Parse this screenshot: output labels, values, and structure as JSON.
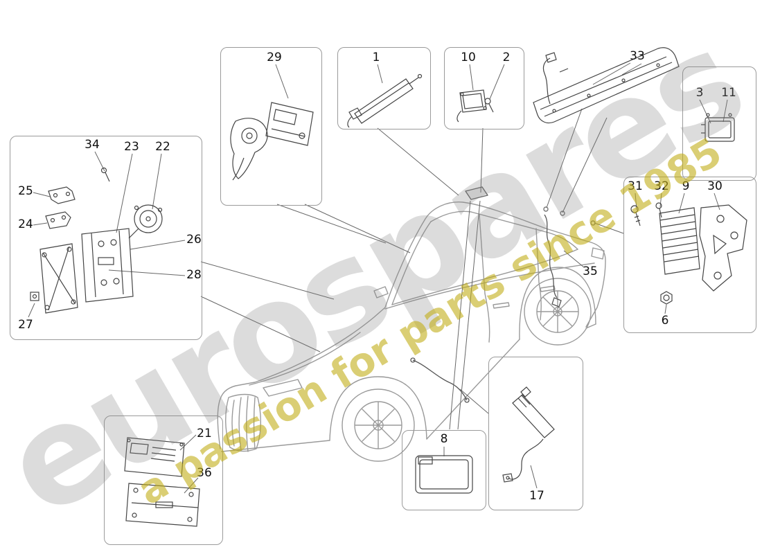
{
  "watermark": {
    "brand": "eurospares",
    "tagline": "a passion for parts since 1985"
  },
  "callouts": {
    "1": "1",
    "2": "2",
    "3": "3",
    "6": "6",
    "8": "8",
    "9": "9",
    "10": "10",
    "11": "11",
    "17": "17",
    "21": "21",
    "22": "22",
    "23": "23",
    "24": "24",
    "25": "25",
    "26": "26",
    "27": "27",
    "28": "28",
    "29": "29",
    "30": "30",
    "31": "31",
    "32": "32",
    "33": "33",
    "34": "34",
    "35": "35",
    "36": "36"
  }
}
